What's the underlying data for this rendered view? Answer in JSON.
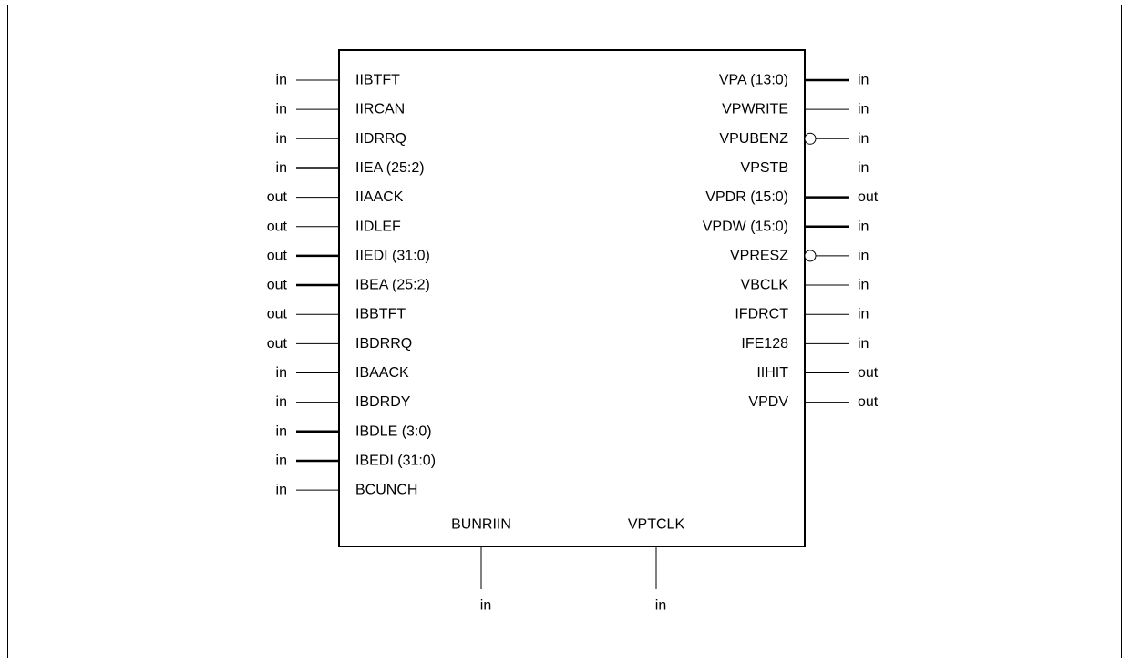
{
  "block": {
    "left_pins": [
      {
        "name": "IIBTFT",
        "dir": "in",
        "bus": false
      },
      {
        "name": "IIRCAN",
        "dir": "in",
        "bus": false
      },
      {
        "name": "IIDRRQ",
        "dir": "in",
        "bus": false
      },
      {
        "name": "IIEA (25:2)",
        "dir": "in",
        "bus": true
      },
      {
        "name": "IIAACK",
        "dir": "out",
        "bus": false
      },
      {
        "name": "IIDLEF",
        "dir": "out",
        "bus": false
      },
      {
        "name": "IIEDI (31:0)",
        "dir": "out",
        "bus": true
      },
      {
        "name": "IBEA (25:2)",
        "dir": "out",
        "bus": true
      },
      {
        "name": "IBBTFT",
        "dir": "out",
        "bus": false
      },
      {
        "name": "IBDRRQ",
        "dir": "out",
        "bus": false
      },
      {
        "name": "IBAACK",
        "dir": "in",
        "bus": false
      },
      {
        "name": "IBDRDY",
        "dir": "in",
        "bus": false
      },
      {
        "name": "IBDLE (3:0)",
        "dir": "in",
        "bus": true
      },
      {
        "name": "IBEDI (31:0)",
        "dir": "in",
        "bus": true
      },
      {
        "name": "BCUNCH",
        "dir": "in",
        "bus": false
      }
    ],
    "right_pins": [
      {
        "name": "VPA (13:0)",
        "dir": "in",
        "bus": true,
        "inverted": false
      },
      {
        "name": "VPWRITE",
        "dir": "in",
        "bus": false,
        "inverted": false
      },
      {
        "name": "VPUBENZ",
        "dir": "in",
        "bus": false,
        "inverted": true
      },
      {
        "name": "VPSTB",
        "dir": "in",
        "bus": false,
        "inverted": false
      },
      {
        "name": "VPDR (15:0)",
        "dir": "out",
        "bus": true,
        "inverted": false
      },
      {
        "name": "VPDW (15:0)",
        "dir": "in",
        "bus": true,
        "inverted": false
      },
      {
        "name": "VPRESZ",
        "dir": "in",
        "bus": false,
        "inverted": true
      },
      {
        "name": "VBCLK",
        "dir": "in",
        "bus": false,
        "inverted": false
      },
      {
        "name": "IFDRCT",
        "dir": "in",
        "bus": false,
        "inverted": false
      },
      {
        "name": "IFE128",
        "dir": "in",
        "bus": false,
        "inverted": false
      },
      {
        "name": "IIHIT",
        "dir": "out",
        "bus": false,
        "inverted": false
      },
      {
        "name": "VPDV",
        "dir": "out",
        "bus": false,
        "inverted": false
      }
    ],
    "bottom_pins": [
      {
        "name": "BUNRIIN",
        "dir": "in"
      },
      {
        "name": "VPTCLK",
        "dir": "in"
      }
    ]
  }
}
